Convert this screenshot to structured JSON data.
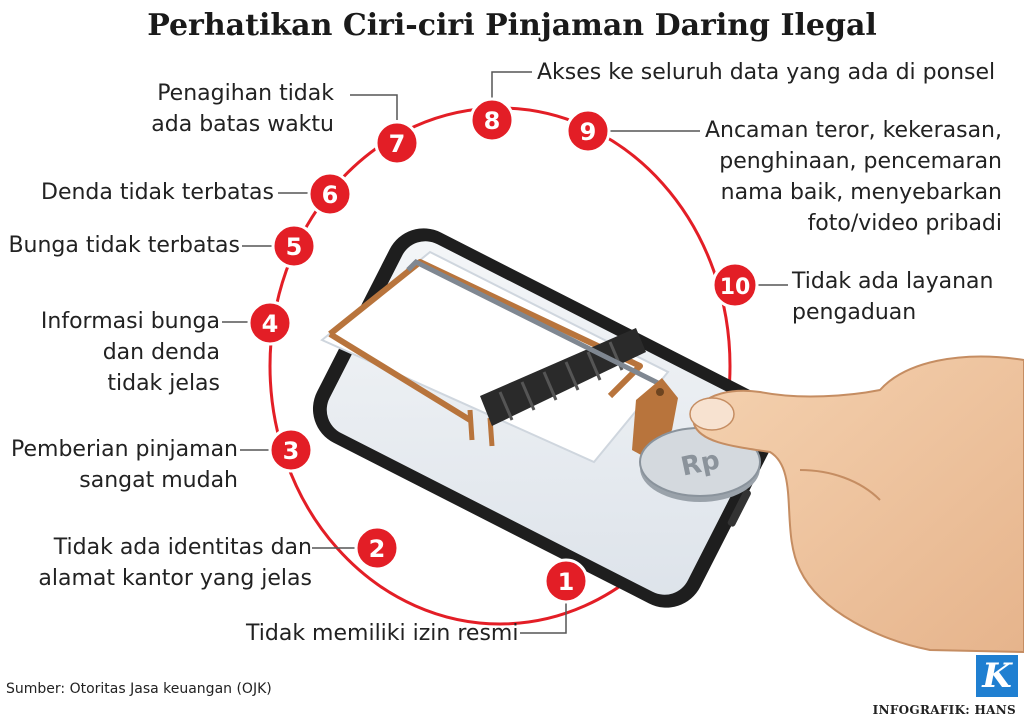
{
  "title": "Perhatikan Ciri-ciri Pinjaman Daring Ilegal",
  "items": [
    {
      "num": "1",
      "lines": [
        "Tidak memiliki izin resmi"
      ]
    },
    {
      "num": "2",
      "lines": [
        "Tidak ada identitas dan",
        "alamat kantor yang jelas"
      ]
    },
    {
      "num": "3",
      "lines": [
        "Pemberian pinjaman",
        "sangat mudah"
      ]
    },
    {
      "num": "4",
      "lines": [
        "Informasi bunga",
        "dan denda",
        "tidak jelas"
      ]
    },
    {
      "num": "5",
      "lines": [
        "Bunga tidak terbatas"
      ]
    },
    {
      "num": "6",
      "lines": [
        "Denda tidak terbatas"
      ]
    },
    {
      "num": "7",
      "lines": [
        "Penagihan tidak",
        "ada batas waktu"
      ]
    },
    {
      "num": "8",
      "lines": [
        "Akses ke seluruh data yang ada di ponsel"
      ]
    },
    {
      "num": "9",
      "lines": [
        "Ancaman teror, kekerasan,",
        "penghinaan, pencemaran",
        "nama baik, menyebarkan",
        "foto/video pribadi"
      ]
    },
    {
      "num": "10",
      "lines": [
        "Tidak ada layanan",
        "pengaduan"
      ]
    }
  ],
  "coin_text": "Rp",
  "source": "Sumber: Otoritas Jasa keuangan (OJK)",
  "credit": "INFOGRAFIK: HANS",
  "logo_letter": "K",
  "colors": {
    "accent": "#e31e26",
    "trap_wood": "#b8743c",
    "spring": "#2a2a2a",
    "skin": "#f0c9a4"
  }
}
